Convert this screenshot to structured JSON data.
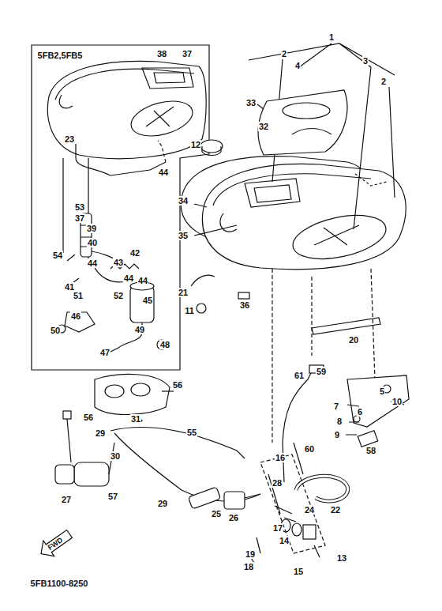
{
  "diagram": {
    "labels": [
      "5FB2,5FB5",
      "38",
      "37",
      "23",
      "44",
      "53",
      "37",
      "39",
      "40",
      "54",
      "44",
      "42",
      "43",
      "44",
      "44",
      "41",
      "51",
      "52",
      "45",
      "46",
      "49",
      "48",
      "50",
      "47",
      "1",
      "2",
      "4",
      "3",
      "2",
      "33",
      "32",
      "12",
      "34",
      "35",
      "21",
      "11",
      "36",
      "20",
      "59",
      "61",
      "5",
      "7",
      "6",
      "10",
      "8",
      "9",
      "58",
      "60",
      "56",
      "56",
      "31",
      "55",
      "29",
      "30",
      "27",
      "57",
      "16",
      "28",
      "25",
      "26",
      "22",
      "24",
      "29",
      "17",
      "14",
      "13",
      "15",
      "19",
      "18",
      "FWD",
      "5FB1100-8250"
    ]
  }
}
